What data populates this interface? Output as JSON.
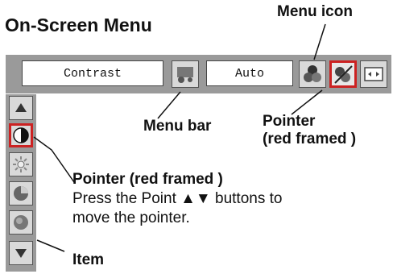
{
  "title": "On-Screen Menu",
  "callouts": {
    "menu_icon": "Menu icon",
    "menu_bar": "Menu bar",
    "pointer_top_line1": "Pointer",
    "pointer_top_line2": "(red framed )",
    "pointer_side": "Pointer (red framed )",
    "pointer_desc_line1": "Press the Point ▲▼ buttons to",
    "pointer_desc_line2": "move the pointer.",
    "item": "Item"
  },
  "menubar": {
    "field1": "Contrast",
    "field2": "Auto"
  },
  "toolbar_icons": [
    "contrast-settings-icon",
    "color-adjust-icon",
    "pointer-selected-icon",
    "screen-size-icon"
  ],
  "sidebar_icons": [
    "up-arrow-icon",
    "contrast-icon",
    "brightness-icon",
    "color-icon",
    "tint-icon",
    "down-arrow-icon"
  ],
  "colors": {
    "pointer_frame": "#cc2222",
    "menu_background": "#9a9a9a"
  }
}
